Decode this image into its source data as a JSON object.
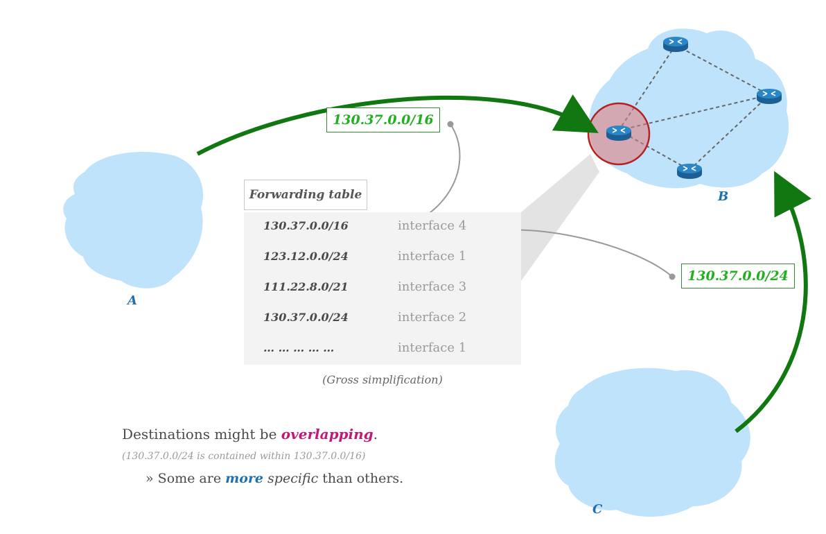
{
  "nodes": {
    "a": "A",
    "b": "B",
    "c": "C"
  },
  "announcements": {
    "from_a": "130.37.0.0/16",
    "from_c": "130.37.0.0/24"
  },
  "forwarding_table": {
    "title": "Forwarding table",
    "rows": [
      {
        "dest": "130.37.0.0/16",
        "iface": "interface 4"
      },
      {
        "dest": "123.12.0.0/24",
        "iface": "interface 1"
      },
      {
        "dest": "111.22.8.0/21",
        "iface": "interface 3"
      },
      {
        "dest": "130.37.0.0/24",
        "iface": "interface 2"
      },
      {
        "dest": "… … … … …",
        "iface": "interface 1"
      }
    ],
    "caption": "(Gross simplification)"
  },
  "notes": {
    "line1_prefix": "Destinations might be ",
    "line1_em": "overlapping",
    "line1_suffix": ".",
    "line2": "(130.37.0.0/24 is contained within 130.37.0.0/16)",
    "line3_bullet": "» ",
    "line3_a": "Some are ",
    "line3_more": "more",
    "line3_specific": " specific",
    "line3_b": " than others."
  },
  "colors": {
    "cloud": "#bfe3fb",
    "arrow_green": "#117711",
    "prefix_green": "#22b022",
    "router_blue": "#1d6fb0",
    "highlight_red": "#c0392b",
    "link_gray": "#666666",
    "emphasis_magenta": "#c2187a"
  }
}
